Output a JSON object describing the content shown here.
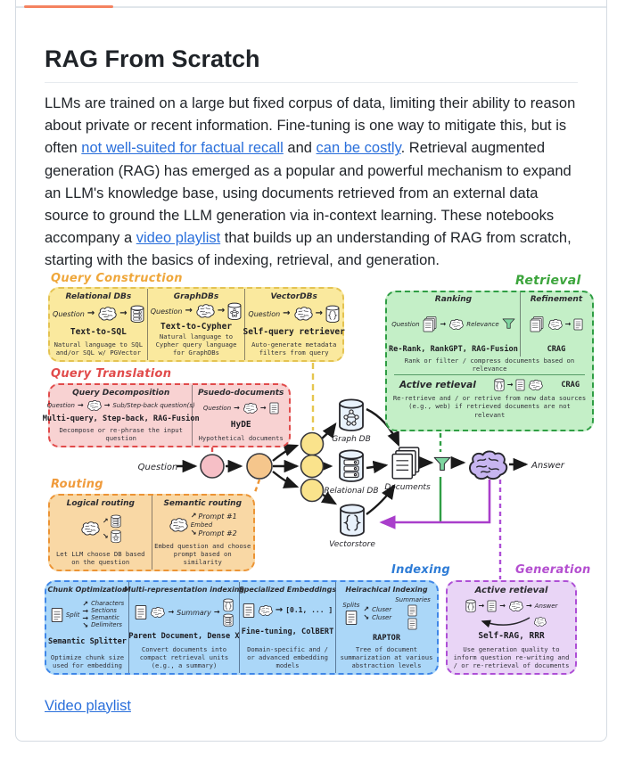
{
  "header": {
    "title": "RAG From Scratch"
  },
  "intro": {
    "text_1": "LLMs are trained on a large but fixed corpus of data, limiting their ability to reason about private or recent information. Fine-tuning is one way to mitigate this, but is often ",
    "link_factual_recall": "not well-suited for factual recall",
    "text_2": " and ",
    "link_costly": "can be costly",
    "text_3": ". Retrieval augmented generation (RAG) has emerged as a popular and powerful mechanism to expand an LLM's knowledge base, using documents retrieved from an external data source to ground the LLM generation via in-context learning. These notebooks accompany a ",
    "link_video_playlist": "video playlist",
    "text_4": " that builds up an understanding of RAG from scratch, starting with the basics of indexing, retrieval, and generation."
  },
  "footer": {
    "video_link": "Video playlist"
  },
  "colors": {
    "link_blue": "#2a6fdb",
    "active_tab_underline": "#f48260",
    "query_construction_accent": "#efa73b",
    "query_translation_accent": "#e14b4b",
    "routing_accent": "#ec9435",
    "retrieval_accent": "#2f9e44",
    "indexing_accent": "#3f87e8",
    "generation_accent": "#ae4fd6"
  },
  "diagram": {
    "labels": {
      "question": "Question",
      "answer": "Answer",
      "graph_db": "Graph DB",
      "relational_db": "Relational DB",
      "vectorstore": "Vectorstore",
      "documents": "Documents"
    },
    "query_construction": {
      "title": "Query Construction",
      "columns": [
        {
          "header": "Relational DBs",
          "label": "Text-to-SQL",
          "caption": "Natural language to SQL and/or SQL w/ PGVector"
        },
        {
          "header": "GraphDBs",
          "label": "Text-to-Cypher",
          "caption": "Natural language to Cypher query language for GraphDBs"
        },
        {
          "header": "VectorDBs",
          "label": "Self-query retriever",
          "caption": "Auto-generate metadata filters from query"
        }
      ]
    },
    "query_translation": {
      "title": "Query Translation",
      "decomposition": {
        "header": "Query Decomposition",
        "flow_out": "Sub/Step-back question(s)",
        "label": "Multi-query, Step-back, RAG-Fusion",
        "caption": "Decompose or re-phrase the input question"
      },
      "pseudo": {
        "header": "Psuedo-documents",
        "label": "HyDE",
        "caption": "Hypothetical documents"
      }
    },
    "routing": {
      "title": "Routing",
      "logical": {
        "header": "Logical routing",
        "caption": "Let LLM choose DB based on the question"
      },
      "semantic": {
        "header": "Semantic routing",
        "prompt1": "Prompt #1",
        "embed": "Embed",
        "prompt2": "Prompt #2",
        "caption": "Embed question and choose prompt based on similarity"
      }
    },
    "retrieval": {
      "title": "Retrieval",
      "ranking": {
        "header": "Ranking",
        "relevance": "Relevance",
        "label": "Re-Rank, RankGPT, RAG-Fusion"
      },
      "refinement": {
        "header": "Refinement",
        "label": "CRAG"
      },
      "caption": "Rank or filter / compress documents based on relevance",
      "active": {
        "header": "Active retieval",
        "label": "CRAG",
        "caption": "Re-retrieve and / or retrive from new data sources (e.g., web) if retrieved documents are not relevant"
      }
    },
    "indexing": {
      "title": "Indexing",
      "chunk": {
        "header": "Chunk Optimization",
        "split": "Split",
        "items": [
          "Characters",
          "Sections",
          "Semantic",
          "Delimiters"
        ],
        "label": "Semantic Splitter",
        "caption": "Optimize chunk size used for embedding"
      },
      "multi": {
        "header": "Multi-representation indexing",
        "summary": "Summary",
        "label": "Parent Document, Dense X",
        "caption": "Convert documents into compact retrieval units (e.g., a summary)"
      },
      "embeddings": {
        "header": "Specialized Embeddings",
        "vector": "[0.1, ... ]",
        "label": "Fine-tuning, ColBERT",
        "caption": "Domain-specific and / or advanced embedding models"
      },
      "hierarchical": {
        "header": "Heirachical Indexing",
        "splits": "Splits",
        "cluster": "Cluser",
        "summaries": "Summaries",
        "label": "RAPTOR",
        "caption": "Tree of document summarization at various abstraction levels"
      }
    },
    "generation": {
      "title": "Generation",
      "active": {
        "header": "Active retieval",
        "label": "Self-RAG, RRR",
        "caption": "Use generation quality to inform question re-writing and / or re-retrieval of documents"
      }
    }
  }
}
